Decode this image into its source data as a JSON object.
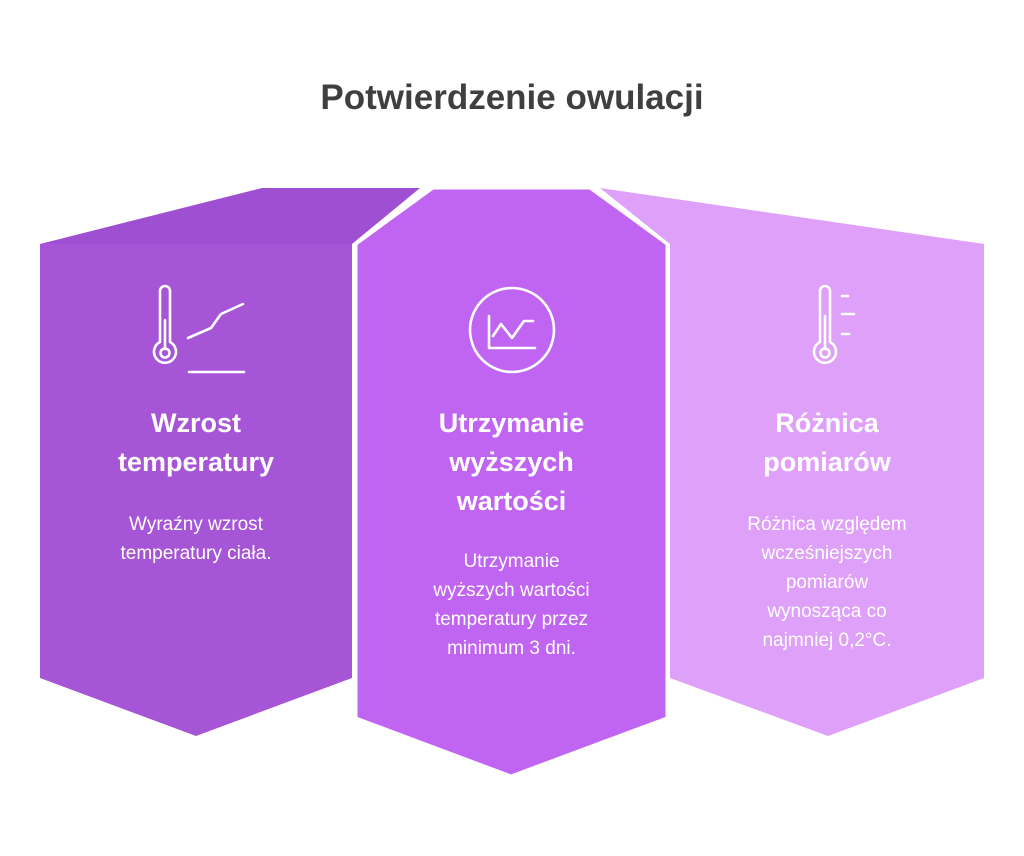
{
  "title": "Potwierdzenie owulacji",
  "colors": {
    "left": "#a655d6",
    "left_top": "#9e4fd2",
    "center": "#c064f2",
    "right": "#dea0f8"
  },
  "panels": [
    {
      "icon": "thermometer-rising-line-icon",
      "heading_lines": [
        "Wzrost",
        "temperatury"
      ],
      "text_lines": [
        "Wyraźny wzrost",
        "temperatury ciała."
      ]
    },
    {
      "icon": "line-chart-circle-icon",
      "heading_lines": [
        "Utrzymanie",
        "wyższych",
        "wartości"
      ],
      "text_lines": [
        "Utrzymanie",
        "wyższych wartości",
        "temperatury przez",
        "minimum 3 dni."
      ]
    },
    {
      "icon": "thermometer-scale-icon",
      "heading_lines": [
        "Różnica",
        "pomiarów"
      ],
      "text_lines": [
        "Różnica względem",
        "wcześniejszych",
        "pomiarów",
        "wynosząca co",
        "najmniej 0,2°C."
      ]
    }
  ]
}
